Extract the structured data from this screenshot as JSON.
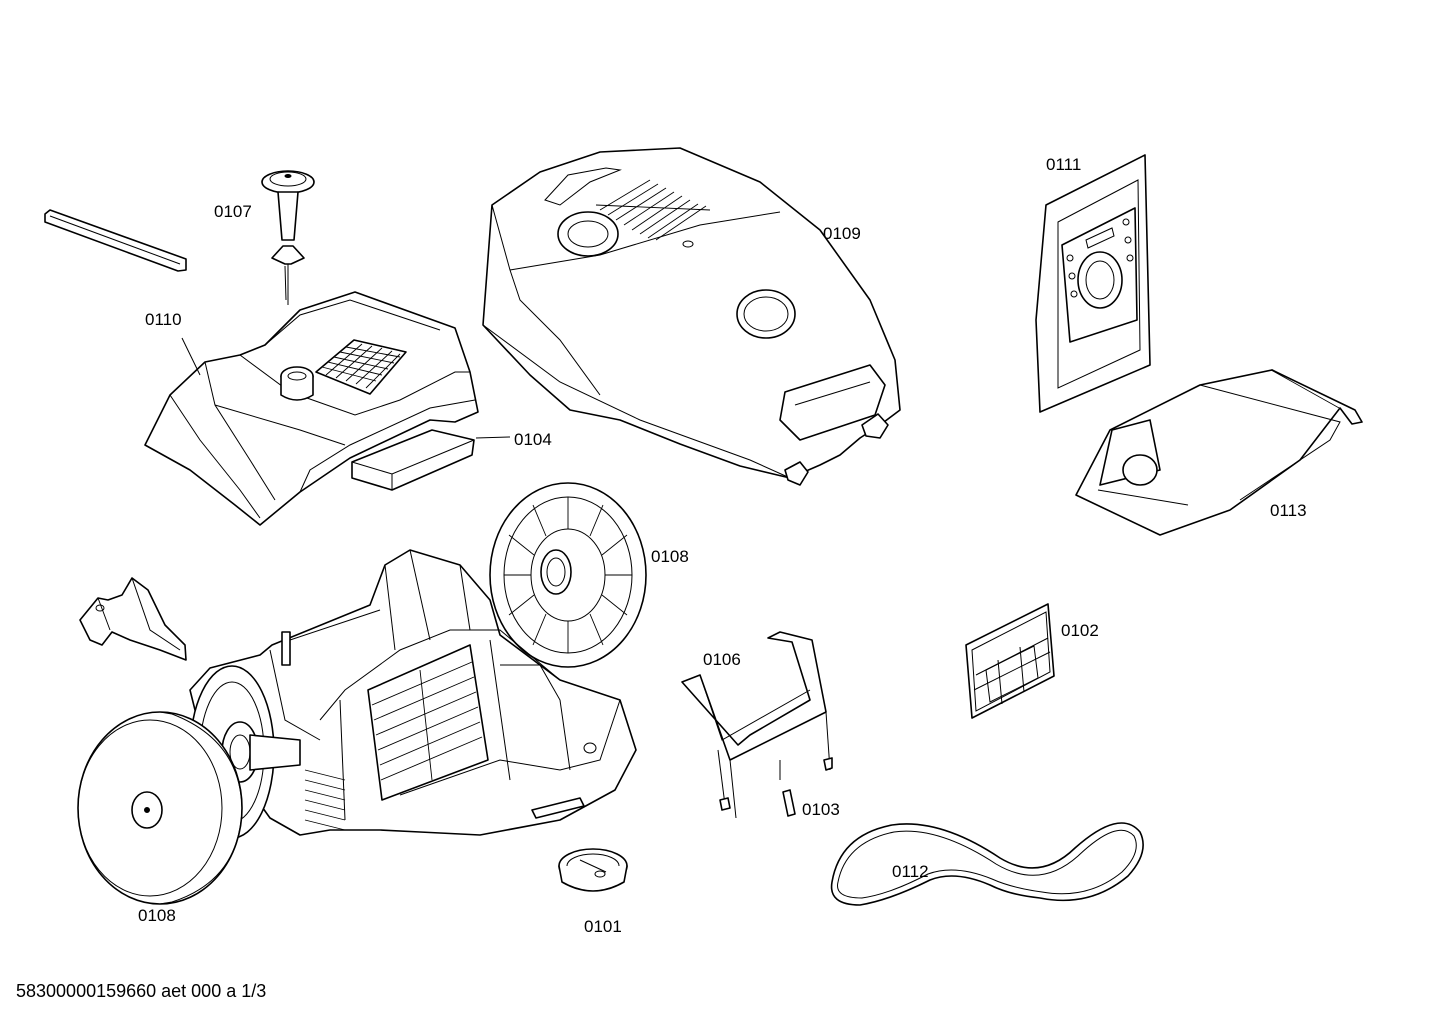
{
  "diagram": {
    "labels": {
      "p0107": "0107",
      "p0110": "0110",
      "p0104": "0104",
      "p0109": "0109",
      "p0111": "0111",
      "p0113": "0113",
      "p0108a": "0108",
      "p0108b": "0108",
      "p0106": "0106",
      "p0102": "0102",
      "p0103": "0103",
      "p0112": "0112",
      "p0101": "0101"
    },
    "footer": "58300000159660 aet 000 a 1/3",
    "colors": {
      "line": "#000000",
      "background": "#ffffff"
    }
  }
}
